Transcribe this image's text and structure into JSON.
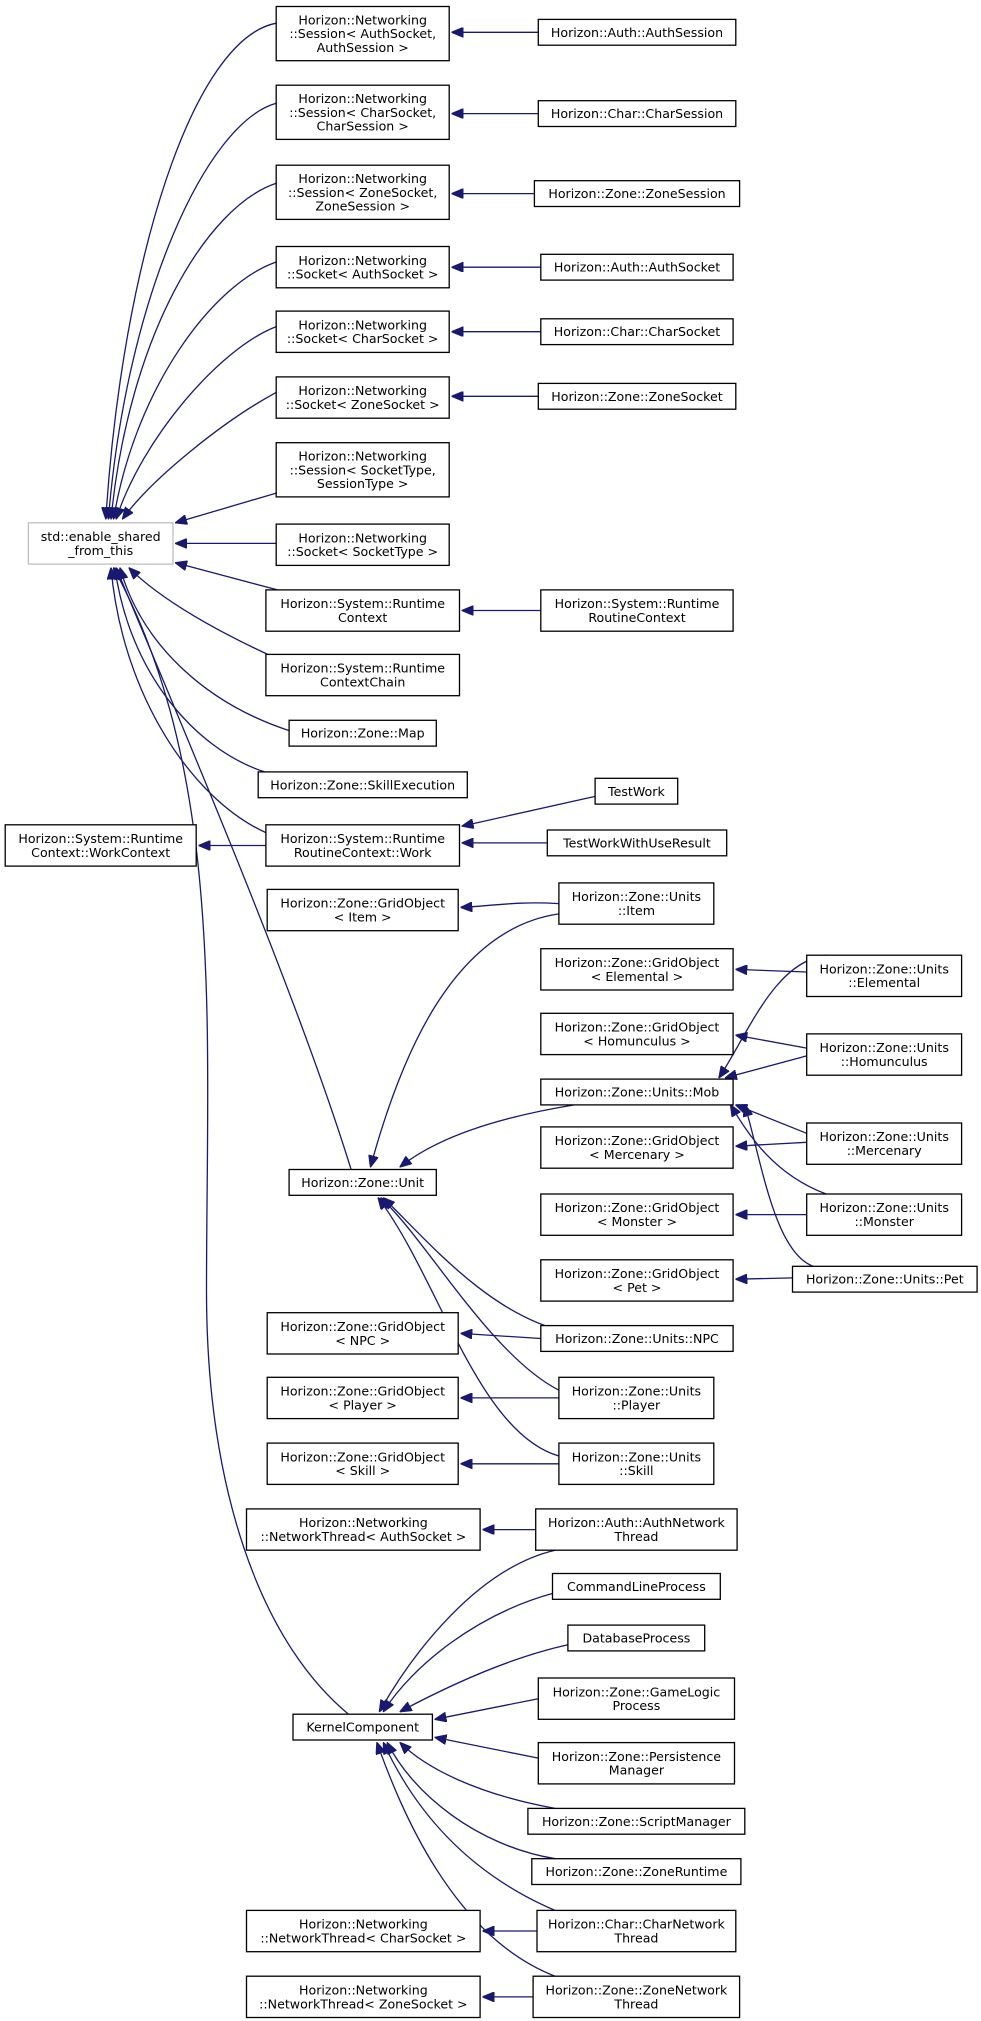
{
  "diagram": {
    "nodes": [
      {
        "id": "enable_shared",
        "lines": [
          "std::enable_shared",
          "_from_this"
        ],
        "root": true
      },
      {
        "id": "work_context",
        "lines": [
          "Horizon::System::Runtime",
          "Context::WorkContext"
        ]
      },
      {
        "id": "sess_auth",
        "lines": [
          "Horizon::Networking",
          "::Session< AuthSocket,",
          "AuthSession >"
        ]
      },
      {
        "id": "auth_session",
        "lines": [
          "Horizon::Auth::AuthSession"
        ]
      },
      {
        "id": "sess_char",
        "lines": [
          "Horizon::Networking",
          "::Session< CharSocket,",
          "CharSession >"
        ]
      },
      {
        "id": "char_session",
        "lines": [
          "Horizon::Char::CharSession"
        ]
      },
      {
        "id": "sess_zone",
        "lines": [
          "Horizon::Networking",
          "::Session< ZoneSocket,",
          "ZoneSession >"
        ]
      },
      {
        "id": "zone_session",
        "lines": [
          "Horizon::Zone::ZoneSession"
        ]
      },
      {
        "id": "sock_auth",
        "lines": [
          "Horizon::Networking",
          "::Socket< AuthSocket >"
        ]
      },
      {
        "id": "auth_socket",
        "lines": [
          "Horizon::Auth::AuthSocket"
        ]
      },
      {
        "id": "sock_char",
        "lines": [
          "Horizon::Networking",
          "::Socket< CharSocket >"
        ]
      },
      {
        "id": "char_socket",
        "lines": [
          "Horizon::Char::CharSocket"
        ]
      },
      {
        "id": "sock_zone",
        "lines": [
          "Horizon::Networking",
          "::Socket< ZoneSocket >"
        ]
      },
      {
        "id": "zone_socket",
        "lines": [
          "Horizon::Zone::ZoneSocket"
        ]
      },
      {
        "id": "sess_generic",
        "lines": [
          "Horizon::Networking",
          "::Session< SocketType,",
          "SessionType >"
        ]
      },
      {
        "id": "sock_generic",
        "lines": [
          "Horizon::Networking",
          "::Socket< SocketType >"
        ]
      },
      {
        "id": "runtime_context",
        "lines": [
          "Horizon::System::Runtime",
          "Context"
        ]
      },
      {
        "id": "runtime_routine_context",
        "lines": [
          "Horizon::System::Runtime",
          "RoutineContext"
        ]
      },
      {
        "id": "runtime_context_chain",
        "lines": [
          "Horizon::System::Runtime",
          "ContextChain"
        ]
      },
      {
        "id": "zone_map",
        "lines": [
          "Horizon::Zone::Map"
        ]
      },
      {
        "id": "skill_execution",
        "lines": [
          "Horizon::Zone::SkillExecution"
        ]
      },
      {
        "id": "routine_work",
        "lines": [
          "Horizon::System::Runtime",
          "RoutineContext::Work"
        ]
      },
      {
        "id": "test_work",
        "lines": [
          "TestWork"
        ]
      },
      {
        "id": "test_work_result",
        "lines": [
          "TestWorkWithUseResult"
        ]
      },
      {
        "id": "grid_item",
        "lines": [
          "Horizon::Zone::GridObject",
          "< Item >"
        ]
      },
      {
        "id": "units_item",
        "lines": [
          "Horizon::Zone::Units",
          "::Item"
        ]
      },
      {
        "id": "grid_elemental",
        "lines": [
          "Horizon::Zone::GridObject",
          "< Elemental >"
        ]
      },
      {
        "id": "units_elemental",
        "lines": [
          "Horizon::Zone::Units",
          "::Elemental"
        ]
      },
      {
        "id": "grid_homunculus",
        "lines": [
          "Horizon::Zone::GridObject",
          "< Homunculus >"
        ]
      },
      {
        "id": "units_homunculus",
        "lines": [
          "Horizon::Zone::Units",
          "::Homunculus"
        ]
      },
      {
        "id": "units_mob",
        "lines": [
          "Horizon::Zone::Units::Mob"
        ]
      },
      {
        "id": "grid_mercenary",
        "lines": [
          "Horizon::Zone::GridObject",
          "< Mercenary >"
        ]
      },
      {
        "id": "units_mercenary",
        "lines": [
          "Horizon::Zone::Units",
          "::Mercenary"
        ]
      },
      {
        "id": "zone_unit",
        "lines": [
          "Horizon::Zone::Unit"
        ]
      },
      {
        "id": "grid_monster",
        "lines": [
          "Horizon::Zone::GridObject",
          "< Monster >"
        ]
      },
      {
        "id": "units_monster",
        "lines": [
          "Horizon::Zone::Units",
          "::Monster"
        ]
      },
      {
        "id": "grid_pet",
        "lines": [
          "Horizon::Zone::GridObject",
          "< Pet >"
        ]
      },
      {
        "id": "units_pet",
        "lines": [
          "Horizon::Zone::Units::Pet"
        ]
      },
      {
        "id": "grid_npc",
        "lines": [
          "Horizon::Zone::GridObject",
          "< NPC >"
        ]
      },
      {
        "id": "units_npc",
        "lines": [
          "Horizon::Zone::Units::NPC"
        ]
      },
      {
        "id": "grid_player",
        "lines": [
          "Horizon::Zone::GridObject",
          "< Player >"
        ]
      },
      {
        "id": "units_player",
        "lines": [
          "Horizon::Zone::Units",
          "::Player"
        ]
      },
      {
        "id": "grid_skill",
        "lines": [
          "Horizon::Zone::GridObject",
          "< Skill >"
        ]
      },
      {
        "id": "units_skill",
        "lines": [
          "Horizon::Zone::Units",
          "::Skill"
        ]
      },
      {
        "id": "nt_auth",
        "lines": [
          "Horizon::Networking",
          "::NetworkThread< AuthSocket >"
        ]
      },
      {
        "id": "auth_network_thread",
        "lines": [
          "Horizon::Auth::AuthNetwork",
          "Thread"
        ]
      },
      {
        "id": "command_line_process",
        "lines": [
          "CommandLineProcess"
        ]
      },
      {
        "id": "database_process",
        "lines": [
          "DatabaseProcess"
        ]
      },
      {
        "id": "kernel_component",
        "lines": [
          "KernelComponent"
        ]
      },
      {
        "id": "game_logic_process",
        "lines": [
          "Horizon::Zone::GameLogic",
          "Process"
        ]
      },
      {
        "id": "persistence_manager",
        "lines": [
          "Horizon::Zone::Persistence",
          "Manager"
        ]
      },
      {
        "id": "script_manager",
        "lines": [
          "Horizon::Zone::ScriptManager"
        ]
      },
      {
        "id": "zone_runtime",
        "lines": [
          "Horizon::Zone::ZoneRuntime"
        ]
      },
      {
        "id": "nt_char",
        "lines": [
          "Horizon::Networking",
          "::NetworkThread< CharSocket >"
        ]
      },
      {
        "id": "char_network_thread",
        "lines": [
          "Horizon::Char::CharNetwork",
          "Thread"
        ]
      },
      {
        "id": "nt_zone",
        "lines": [
          "Horizon::Networking",
          "::NetworkThread< ZoneSocket >"
        ]
      },
      {
        "id": "zone_network_thread",
        "lines": [
          "Horizon::Zone::ZoneNetwork",
          "Thread"
        ]
      }
    ],
    "edges": [
      {
        "from": "sess_auth",
        "to": "enable_shared"
      },
      {
        "from": "sess_char",
        "to": "enable_shared"
      },
      {
        "from": "sess_zone",
        "to": "enable_shared"
      },
      {
        "from": "sock_auth",
        "to": "enable_shared"
      },
      {
        "from": "sock_char",
        "to": "enable_shared"
      },
      {
        "from": "sock_zone",
        "to": "enable_shared"
      },
      {
        "from": "sess_generic",
        "to": "enable_shared"
      },
      {
        "from": "sock_generic",
        "to": "enable_shared"
      },
      {
        "from": "runtime_context",
        "to": "enable_shared"
      },
      {
        "from": "runtime_context_chain",
        "to": "enable_shared"
      },
      {
        "from": "zone_map",
        "to": "enable_shared"
      },
      {
        "from": "skill_execution",
        "to": "enable_shared"
      },
      {
        "from": "routine_work",
        "to": "enable_shared"
      },
      {
        "from": "zone_unit",
        "to": "enable_shared"
      },
      {
        "from": "kernel_component",
        "to": "enable_shared"
      },
      {
        "from": "auth_session",
        "to": "sess_auth"
      },
      {
        "from": "char_session",
        "to": "sess_char"
      },
      {
        "from": "zone_session",
        "to": "sess_zone"
      },
      {
        "from": "auth_socket",
        "to": "sock_auth"
      },
      {
        "from": "char_socket",
        "to": "sock_char"
      },
      {
        "from": "zone_socket",
        "to": "sock_zone"
      },
      {
        "from": "runtime_routine_context",
        "to": "runtime_context"
      },
      {
        "from": "routine_work",
        "to": "work_context"
      },
      {
        "from": "test_work",
        "to": "routine_work"
      },
      {
        "from": "test_work_result",
        "to": "routine_work"
      },
      {
        "from": "units_item",
        "to": "grid_item"
      },
      {
        "from": "units_item",
        "to": "zone_unit"
      },
      {
        "from": "units_mob",
        "to": "zone_unit"
      },
      {
        "from": "units_npc",
        "to": "zone_unit"
      },
      {
        "from": "units_player",
        "to": "zone_unit"
      },
      {
        "from": "units_skill",
        "to": "zone_unit"
      },
      {
        "from": "units_elemental",
        "to": "grid_elemental"
      },
      {
        "from": "units_elemental",
        "to": "units_mob"
      },
      {
        "from": "units_homunculus",
        "to": "grid_homunculus"
      },
      {
        "from": "units_homunculus",
        "to": "units_mob"
      },
      {
        "from": "units_mercenary",
        "to": "grid_mercenary"
      },
      {
        "from": "units_mercenary",
        "to": "units_mob"
      },
      {
        "from": "units_monster",
        "to": "grid_monster"
      },
      {
        "from": "units_monster",
        "to": "units_mob"
      },
      {
        "from": "units_pet",
        "to": "grid_pet"
      },
      {
        "from": "units_pet",
        "to": "units_mob"
      },
      {
        "from": "units_npc",
        "to": "grid_npc"
      },
      {
        "from": "units_player",
        "to": "grid_player"
      },
      {
        "from": "units_skill",
        "to": "grid_skill"
      },
      {
        "from": "auth_network_thread",
        "to": "nt_auth"
      },
      {
        "from": "auth_network_thread",
        "to": "kernel_component"
      },
      {
        "from": "command_line_process",
        "to": "kernel_component"
      },
      {
        "from": "database_process",
        "to": "kernel_component"
      },
      {
        "from": "game_logic_process",
        "to": "kernel_component"
      },
      {
        "from": "persistence_manager",
        "to": "kernel_component"
      },
      {
        "from": "script_manager",
        "to": "kernel_component"
      },
      {
        "from": "zone_runtime",
        "to": "kernel_component"
      },
      {
        "from": "char_network_thread",
        "to": "nt_char"
      },
      {
        "from": "char_network_thread",
        "to": "kernel_component"
      },
      {
        "from": "zone_network_thread",
        "to": "nt_zone"
      },
      {
        "from": "zone_network_thread",
        "to": "kernel_component"
      }
    ]
  }
}
